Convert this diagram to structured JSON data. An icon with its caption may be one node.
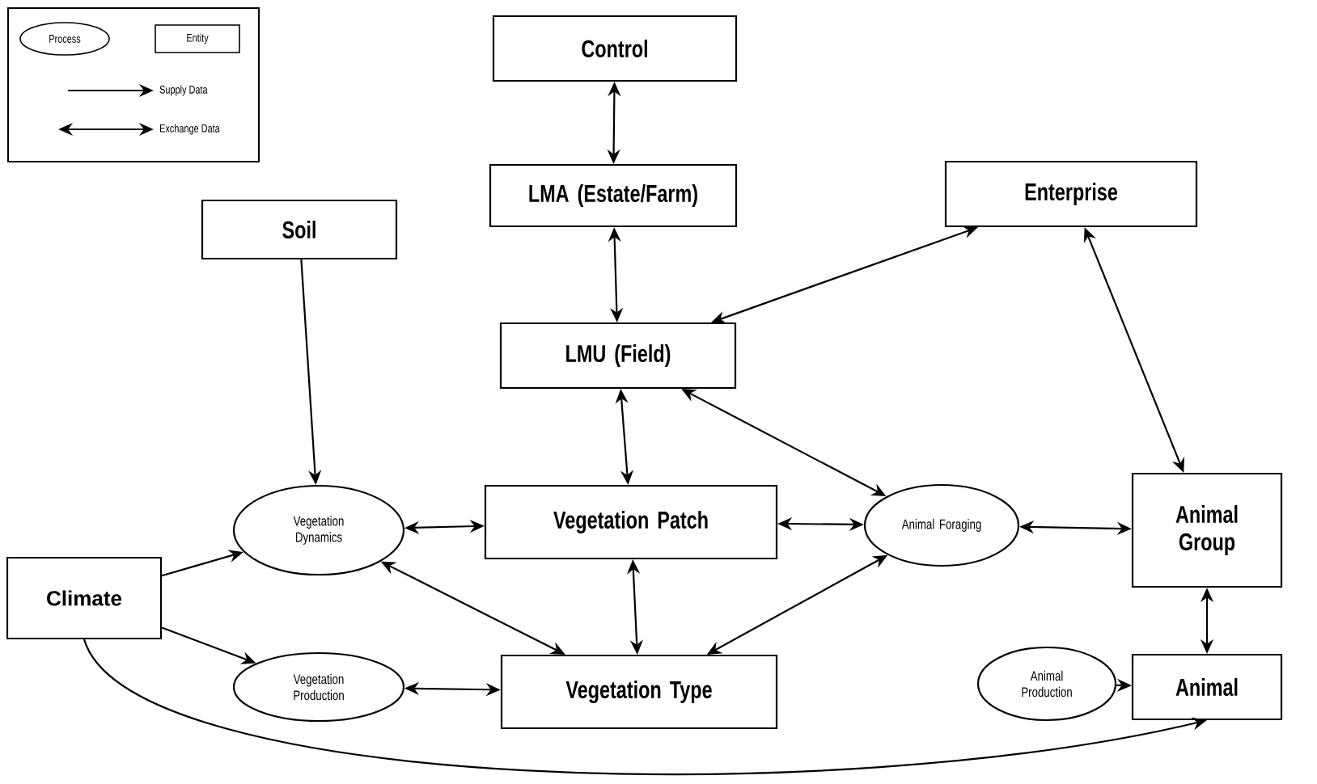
{
  "diagram": {
    "nodes": [
      {
        "text": [
          "Control"
        ]
      },
      {
        "text": [
          "LMA (Estate/Farm)"
        ]
      },
      {
        "text": [
          "Soil"
        ]
      },
      {
        "text": [
          "Enterprise"
        ]
      },
      {
        "text": [
          "LMU (Field)"
        ]
      },
      {
        "text": [
          "Vegetation Dynamics"
        ]
      },
      {
        "text": [
          "Vegetation Patch"
        ]
      },
      {
        "text": [
          "Animal Foraging"
        ]
      },
      {
        "text": [
          "Animal Group"
        ]
      },
      {
        "text": [
          "Climate"
        ]
      },
      {
        "text": [
          "Vegetation Production"
        ]
      },
      {
        "text": [
          "Vegetation Type"
        ]
      },
      {
        "text": [
          "Animal Production"
        ]
      },
      {
        "text": [
          "Animal"
        ]
      }
    ],
    "edges": [
      {
        "from": 0,
        "to": 1,
        "arrow": "both"
      },
      {
        "from": 1,
        "to": 4,
        "arrow": "both"
      },
      {
        "from": 2,
        "to": 5,
        "arrow": "to"
      },
      {
        "from": 4,
        "to": 3,
        "arrow": "both"
      },
      {
        "from": 4,
        "to": 6,
        "arrow": "both"
      },
      {
        "from": 4,
        "to": 7,
        "arrow": "both"
      },
      {
        "from": 3,
        "to": 8,
        "arrow": "both"
      },
      {
        "from": 5,
        "to": 6,
        "arrow": "both"
      },
      {
        "from": 6,
        "to": 7,
        "arrow": "both"
      },
      {
        "from": 7,
        "to": 8,
        "arrow": "both"
      },
      {
        "from": 6,
        "to": 11,
        "arrow": "both"
      },
      {
        "from": 5,
        "to": 11,
        "arrow": "both"
      },
      {
        "from": 11,
        "to": 7,
        "arrow": "both"
      },
      {
        "from": 8,
        "to": 13,
        "arrow": "both"
      },
      {
        "from": 9,
        "to": 5,
        "arrow": "to"
      },
      {
        "from": 9,
        "to": 10,
        "arrow": "to"
      },
      {
        "from": 10,
        "to": 11,
        "arrow": "both"
      },
      {
        "from": 12,
        "to": 13,
        "arrow": "to"
      },
      {
        "from": 9,
        "to": 13,
        "arrow": "to"
      }
    ],
    "legend": [
      {
        "text": "Process"
      },
      {
        "text": "Entity"
      },
      {
        "text": "Supply Data"
      },
      {
        "text": "Exchange Data"
      }
    ]
  }
}
